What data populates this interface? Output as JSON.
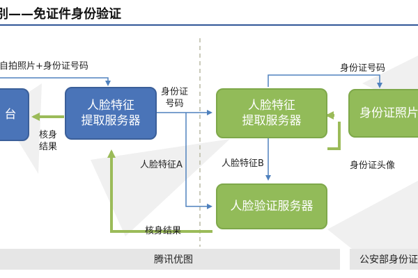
{
  "title": "别——免证件身份验证",
  "boxes": {
    "platform": "台",
    "face_extract_left": [
      "人脸特征",
      "提取服务器"
    ],
    "face_extract_right": [
      "人脸特征",
      "提取服务器"
    ],
    "id_photo": "身份证照片",
    "face_verify": "人脸验证服务器"
  },
  "labels": {
    "selfie_id": "自拍照片+身份证号码",
    "id_number_left": [
      "身份证",
      "号码"
    ],
    "verify_result_left": [
      "核身",
      "结果"
    ],
    "face_feature_a": "人脸特征A",
    "face_feature_b": "人脸特征B",
    "verify_result_bottom": "核身结果",
    "id_number_top": "身份证号码",
    "id_portrait": "身份证头像"
  },
  "footer": {
    "left": "腾讯优图",
    "right": "公安部身份证"
  },
  "colors": {
    "blue": "#4a74b8",
    "green": "#92bb59",
    "arrow_blue": "#4f81bd",
    "arrow_green": "#9bbb59"
  }
}
